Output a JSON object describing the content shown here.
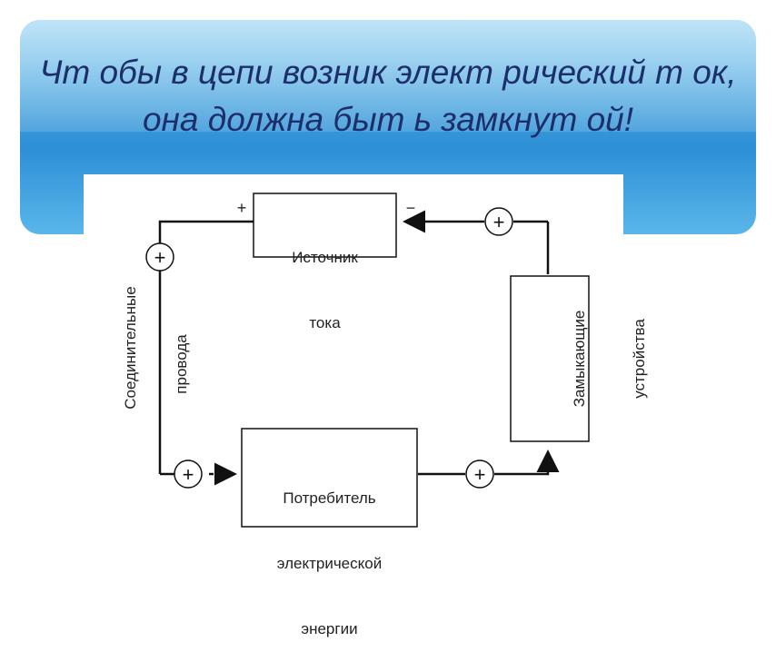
{
  "title": {
    "line1": "Чт обы в цепи возник элект рический т ок,",
    "line2": "она должна быт ь замкнут ой!"
  },
  "diagram": {
    "source_box": {
      "line1": "Источник",
      "line2": "тока"
    },
    "consumer_box": {
      "line1": "Потребитель",
      "line2": "электрической",
      "line3": "энергии"
    },
    "switch_box": {
      "line1": "Замыкающие",
      "line2": "устройства"
    },
    "wire_label": {
      "line1": "Соединительные",
      "line2": "провода"
    },
    "plus_terminal": "+",
    "minus_terminal": "−",
    "charge_symbol": "+"
  },
  "colors": {
    "banner": "#3f9fdc",
    "title_text": "#1d2f6a",
    "line": "#111111"
  }
}
